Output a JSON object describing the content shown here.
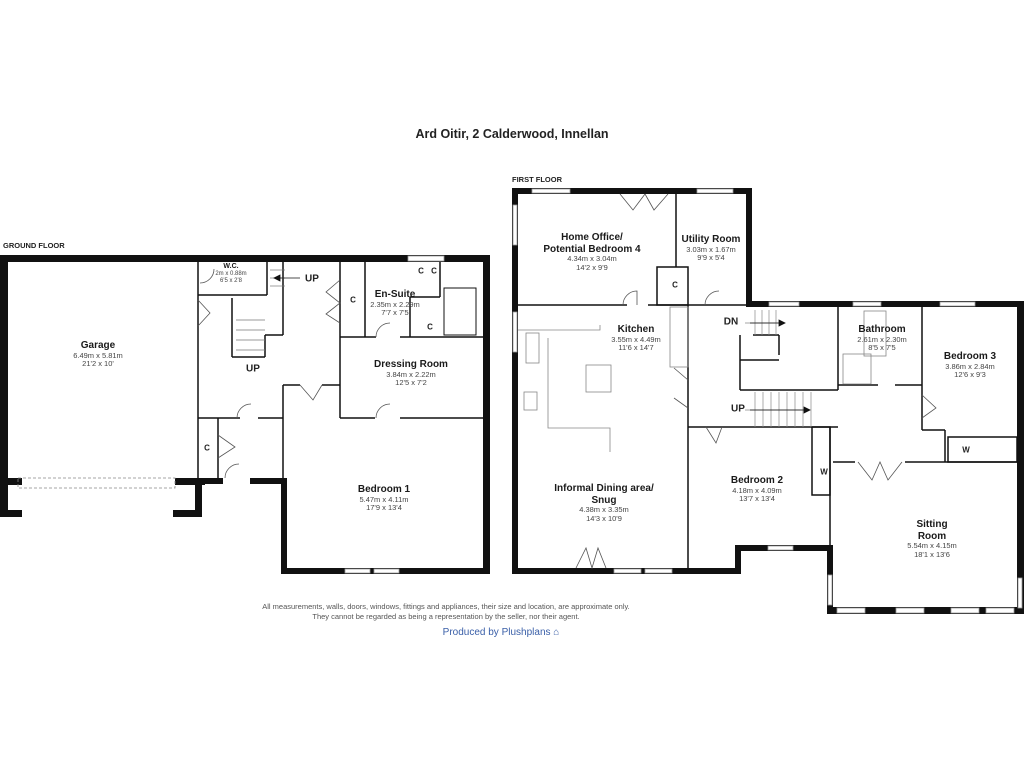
{
  "title": "Ard Oitir, 2 Calderwood, Innellan",
  "floors": {
    "ground": {
      "label": "GROUND FLOOR",
      "rooms": [
        {
          "name": "Garage",
          "metric": "6.49m x 5.81m",
          "imperial": "21'2 x 10'"
        },
        {
          "name": "W.C.",
          "metric": "2m x 0.88m",
          "imperial": "6'5 x 2'8"
        },
        {
          "name": "En-Suite",
          "metric": "2.35m x 2.29m",
          "imperial": "7'7 x 7'5"
        },
        {
          "name": "Dressing Room",
          "metric": "3.84m x 2.22m",
          "imperial": "12'5 x 7'2"
        },
        {
          "name": "Bedroom 1",
          "metric": "5.47m x 4.11m",
          "imperial": "17'9 x 13'4"
        }
      ],
      "tags": {
        "up1": "UP",
        "up2": "UP",
        "cupboard": "C"
      }
    },
    "first": {
      "label": "FIRST FLOOR",
      "rooms": [
        {
          "name": "Home Office/",
          "name2": "Potential Bedroom 4",
          "metric": "4.34m x 3.04m",
          "imperial": "14'2 x 9'9"
        },
        {
          "name": "Utility Room",
          "metric": "3.03m x 1.67m",
          "imperial": "9'9 x 5'4"
        },
        {
          "name": "Kitchen",
          "metric": "3.55m x 4.49m",
          "imperial": "11'6 x 14'7"
        },
        {
          "name": "Bathroom",
          "metric": "2.61m x 2.30m",
          "imperial": "8'5 x 7'5"
        },
        {
          "name": "Bedroom 3",
          "metric": "3.86m x 2.84m",
          "imperial": "12'6 x 9'3"
        },
        {
          "name": "Informal Dining area/",
          "name2": "Snug",
          "metric": "4.38m x 3.35m",
          "imperial": "14'3 x 10'9"
        },
        {
          "name": "Bedroom 2",
          "metric": "4.18m x 4.09m",
          "imperial": "13'7 x 13'4"
        },
        {
          "name": "Sitting",
          "name2": "Room",
          "metric": "5.54m x 4.15m",
          "imperial": "18'1 x 13'6"
        }
      ],
      "tags": {
        "dn": "DN",
        "up": "UP",
        "cupboard": "C",
        "wardrobe": "W"
      }
    }
  },
  "footer": {
    "disclaimer_1": "All measurements, walls, doors, windows, fittings and appliances, their size and location, are approximate only.",
    "disclaimer_2": "They cannot be regarded as being a representation by the seller, nor their agent.",
    "produced_by": "Produced by Plushplans",
    "brand_color": "#3a5fa8"
  }
}
